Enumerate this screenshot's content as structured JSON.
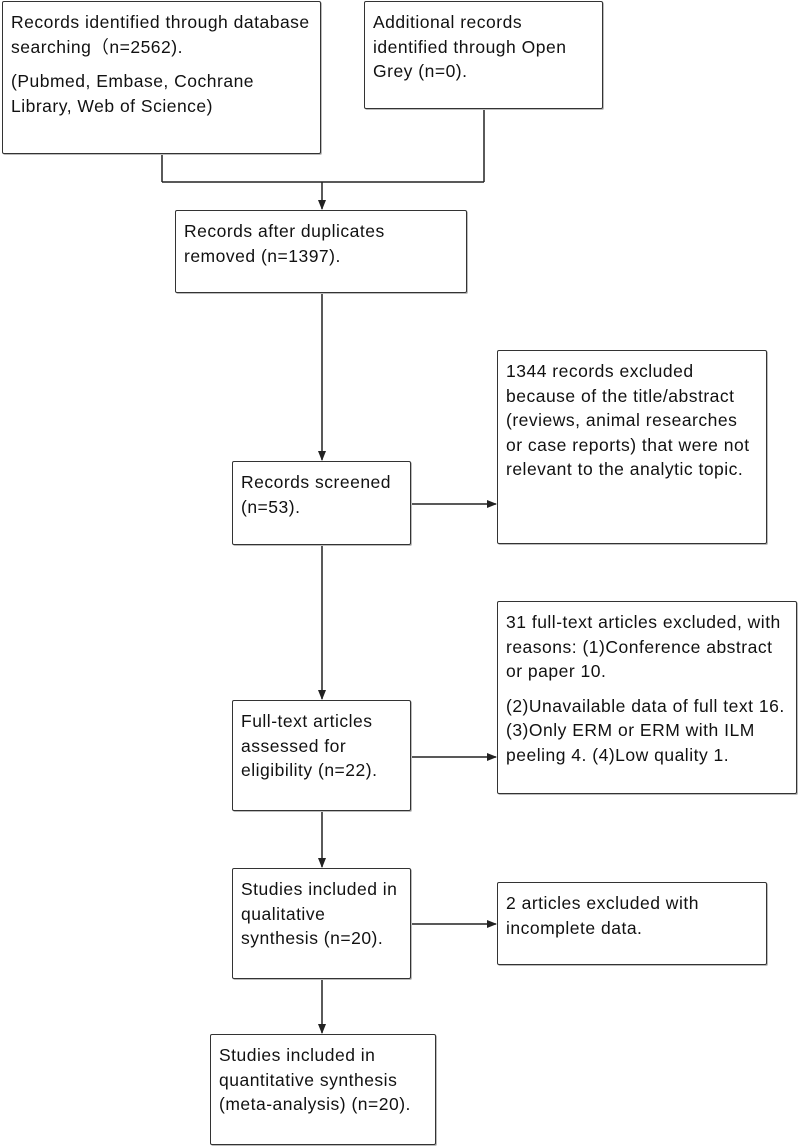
{
  "boxes": {
    "identified_db": {
      "line1": "Records identified through database searching（n=2562).",
      "line2": "(Pubmed, Embase, Cochrane Library, Web of Science)"
    },
    "identified_other": {
      "line1": "Additional records identified through Open Grey (n=0)."
    },
    "after_duplicates": {
      "line1": "Records after duplicates removed (n=1397)."
    },
    "screened": {
      "line1": "Records screened (n=53)."
    },
    "excluded_title": {
      "line1": "1344 records excluded because of the title/abstract (reviews, animal researches or case reports) that were not relevant to the analytic topic."
    },
    "fulltext_assessed": {
      "line1": "Full-text articles assessed for eligibility (n=22)."
    },
    "fulltext_excluded": {
      "line1": "31 full-text articles excluded, with reasons: (1)Conference abstract or paper 10.",
      "line2": "(2)Unavailable data of full text 16. (3)Only ERM or ERM with ILM peeling 4. (4)Low quality 1."
    },
    "qualitative": {
      "line1": "Studies included in qualitative synthesis (n=20)."
    },
    "incomplete_excluded": {
      "line1": "2 articles excluded with incomplete data."
    },
    "quantitative": {
      "line1": "Studies included in quantitative synthesis (meta-analysis) (n=20)."
    }
  }
}
